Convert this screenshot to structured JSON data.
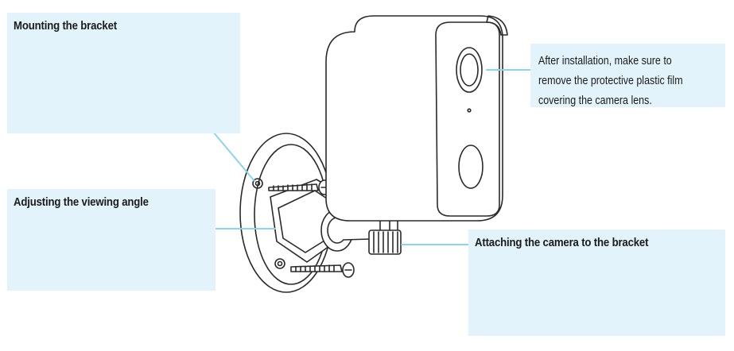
{
  "callouts": {
    "mounting": {
      "title": "Mounting the bracket"
    },
    "angle": {
      "title": "Adjusting the viewing angle"
    },
    "lens": {
      "lines": [
        "After installation, make sure to",
        "remove the protective plastic film",
        "covering the camera lens."
      ]
    },
    "attach": {
      "title": "Attaching the camera to the bracket"
    }
  },
  "colors": {
    "callout_fill": "#e3f3fb",
    "leader_line": "#8fd3ea",
    "line_art": "#2a2a2a"
  }
}
